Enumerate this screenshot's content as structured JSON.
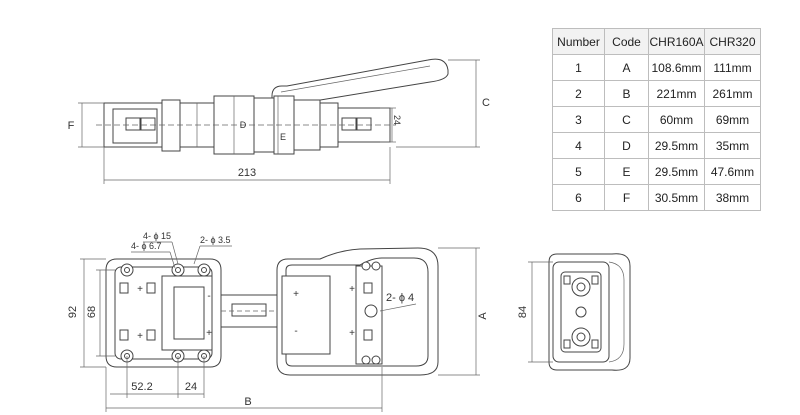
{
  "top_view": {
    "dim_total": "213",
    "label_f": "F",
    "label_d": "D",
    "label_e": "E",
    "label_c": "C",
    "dim_24": "24"
  },
  "front_view": {
    "dim_92": "92",
    "dim_68": "68",
    "dim_52_2": "52.2",
    "dim_24": "24",
    "label_b": "B",
    "label_a": "A",
    "hole_4_15": "4- ϕ 15",
    "hole_4_6_7": "4- ϕ 6.7",
    "hole_2_3_5": "2- ϕ 3.5",
    "hole_2_4": "2- ϕ 4",
    "plus": "+",
    "minus": "-"
  },
  "side_view": {
    "dim_84": "84"
  },
  "table": {
    "headers": [
      "Number",
      "Code",
      "CHR160A",
      "CHR320"
    ],
    "rows": [
      [
        "1",
        "A",
        "108.6mm",
        "111mm"
      ],
      [
        "2",
        "B",
        "221mm",
        "261mm"
      ],
      [
        "3",
        "C",
        "60mm",
        "69mm"
      ],
      [
        "4",
        "D",
        "29.5mm",
        "35mm"
      ],
      [
        "5",
        "E",
        "29.5mm",
        "47.6mm"
      ],
      [
        "6",
        "F",
        "30.5mm",
        "38mm"
      ]
    ]
  }
}
